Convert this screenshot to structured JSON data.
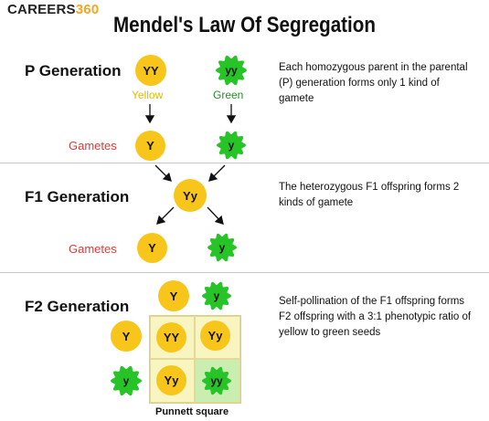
{
  "brand": {
    "name": "CAREERS",
    "suffix": "360"
  },
  "title": "Mendel's Law Of Segregation",
  "p_generation": {
    "label": "P Generation",
    "parent1": {
      "genotype": "YY",
      "phenotype": "Yellow"
    },
    "parent2": {
      "genotype": "yy",
      "phenotype": "Green"
    },
    "gametes_label": "Gametes",
    "gamete1": "Y",
    "gamete2": "y",
    "description": "Each homozygous parent in the parental (P) generation forms only 1 kind of gamete"
  },
  "f1_generation": {
    "label": "F1 Generation",
    "offspring": "Yy",
    "gametes_label": "Gametes",
    "gamete1": "Y",
    "gamete2": "y",
    "description": "The heterozygous F1 offspring forms 2 kinds of gamete"
  },
  "f2_generation": {
    "label": "F2 Generation",
    "col_headers": [
      "Y",
      "y"
    ],
    "row_headers": [
      "Y",
      "y"
    ],
    "cells": [
      [
        "YY",
        "Yy"
      ],
      [
        "Yy",
        "yy"
      ]
    ],
    "caption": "Punnett square",
    "description": "Self-pollination of the F1 offspring forms F2 offspring with a 3:1 phenotypic ratio of yellow to green seeds"
  },
  "colors": {
    "yellow": "#f8c61a",
    "green": "#27c427",
    "gametes_red": "#e03a3a",
    "punnett_bg": "#f9f5c0",
    "punnett_green": "#c9eeb0"
  }
}
